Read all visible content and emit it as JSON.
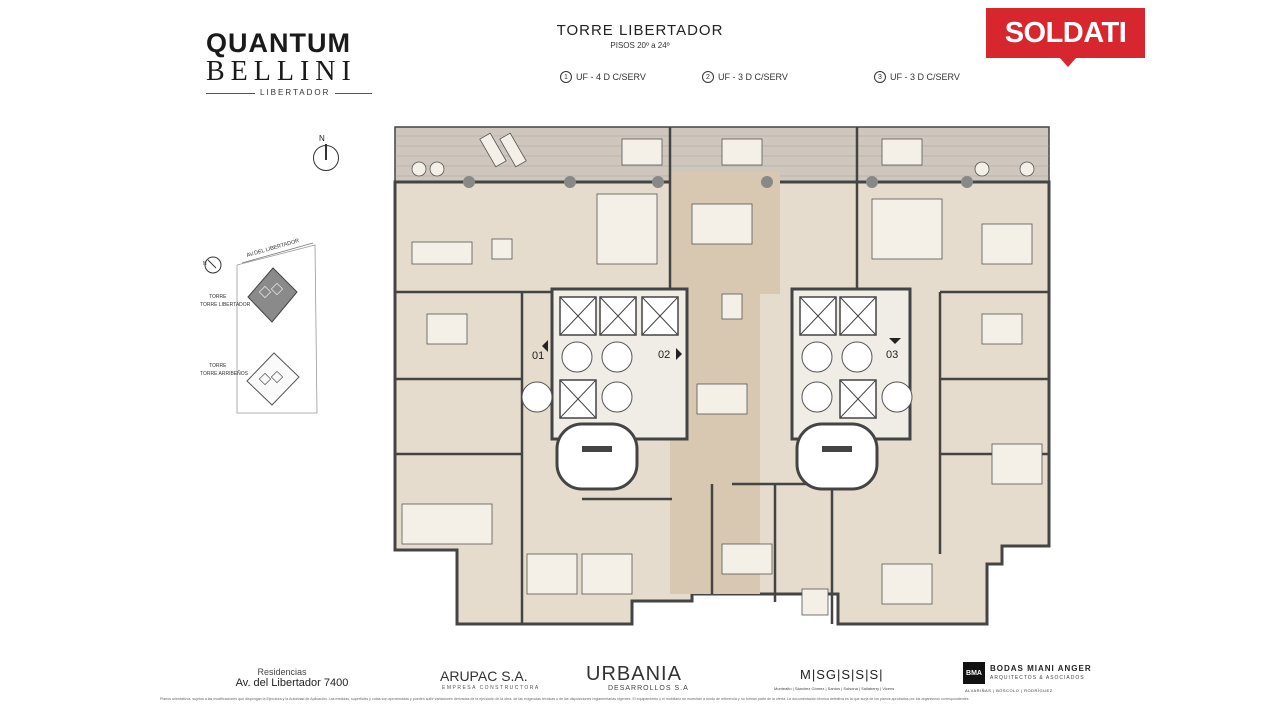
{
  "header": {
    "logo_line1": "QUANTUM",
    "logo_line2": "BELLINI",
    "logo_line3": "LIBERTADOR",
    "tower_title": "TORRE  LIBERTADOR",
    "floors": "PISOS 20º a 24º",
    "brand": "SOLDATI",
    "brand_color": "#d8262e"
  },
  "units_legend": [
    {
      "num": "1",
      "label": "UF - 4 D C/SERV"
    },
    {
      "num": "2",
      "label": "UF - 3 D C/SERV"
    },
    {
      "num": "3",
      "label": "UF - 3 D C/SERV"
    }
  ],
  "plan": {
    "north": "N",
    "unit_tags": [
      "01",
      "02",
      "03"
    ],
    "key_plan": {
      "street": "AV.DEL LIBERTADOR",
      "north": "N",
      "tower_1": "TORRE LIBERTADOR",
      "tower_2": "TORRE ARRIBEÑOS"
    },
    "colors": {
      "floor": "#e6dccd",
      "circulation": "#d8c8b2",
      "wall": "#4a4a4a",
      "terrace": "#cfc7bd"
    }
  },
  "footer": {
    "res_label": "Residencias",
    "res_address": "Av. del Libertador  7400",
    "arupac": "ARUPAC S.A.",
    "arupac_sub": "EMPRESA CONSTRUCTORA",
    "urbania": "URBANIA",
    "urbania_sub": "DESARROLLOS S.A",
    "msgsss": "M|SG|S|S|S|",
    "msgsss_sub": "Montealto | Sánchez Gómez | Santos | Solsona | Sallaberry | Vicens",
    "bma_box": "BMA",
    "bma_name": "BODAS MIANI ANGER",
    "bma_sub": "ARQUITECTOS & ASOCIADOS",
    "bma_partners": "ALVARIÑAS | BÓSCOLO | RODRÍGUEZ",
    "disclaimer": "Planos orientativos, sujetos a las modificaciones que dispongan la Ejecutora y la Autoridad de Aplicación. Las medidas, superficies y cotas son aproximadas y pueden sufrir variaciones derivadas de la ejecución de la obra, de las exigencias técnicas o de las disposiciones reglamentarias vigentes. El equipamiento y el mobiliario se muestran a modo de referencia y no forman parte de la oferta. La documentación técnica definitiva es la que surja de los planos aprobados por los organismos correspondientes."
  }
}
